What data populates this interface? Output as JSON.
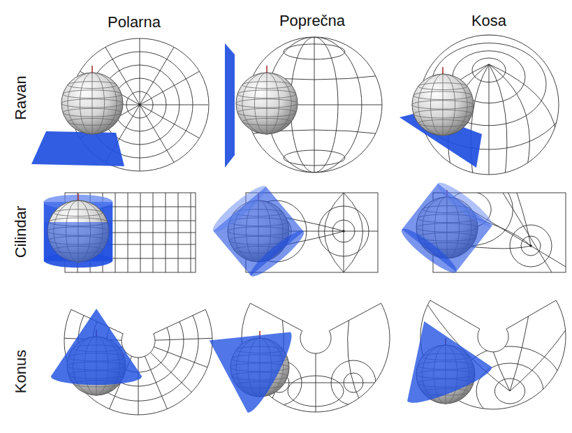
{
  "diagram": {
    "labels": [
      "Polarna",
      "Poprečna",
      "Kosa",
      "Ravan",
      "Cilindar",
      "Konus"
    ]
  }
}
